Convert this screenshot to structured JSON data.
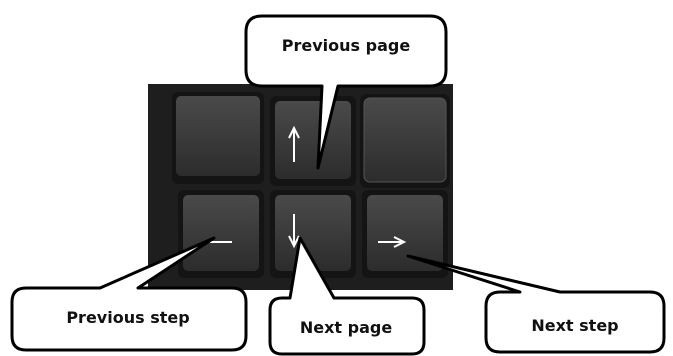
{
  "keys": {
    "up_arrow": "↑",
    "down_arrow": "↓",
    "left_arrow": "←",
    "right_arrow": "→"
  },
  "callouts": {
    "previous_page": "Previous page",
    "previous_step": "Previous step",
    "next_page": "Next page",
    "next_step": "Next step"
  },
  "colors": {
    "background": "#ffffff",
    "keyboard_body": "#202020",
    "key_face": "#3a3a3a",
    "key_shadow": "#151515",
    "callout_fill": "#ffffff",
    "callout_stroke": "#000000"
  }
}
